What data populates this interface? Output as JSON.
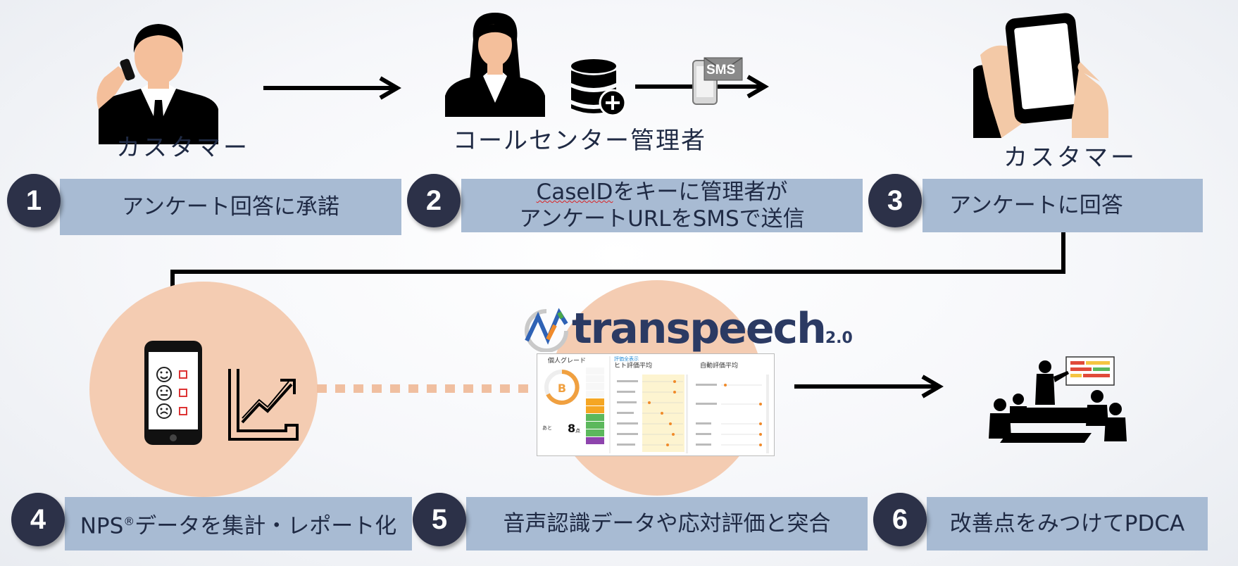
{
  "people": {
    "customer_1": "カスタマー",
    "manager": "コールセンター管理者",
    "customer_3": "カスタマー"
  },
  "steps": [
    {
      "num": "1",
      "line1": "アンケート回答に承諾"
    },
    {
      "num": "2",
      "line1_prefix": "CaseID",
      "line1_suffix": "をキーに管理者が",
      "line2": "アンケートURLをSMSで送信"
    },
    {
      "num": "3",
      "line1": "アンケートに回答"
    },
    {
      "num": "4",
      "pre": "NPS",
      "reg": "®",
      "post": "データを集計・レポート化"
    },
    {
      "num": "5",
      "line1": "音声認識データや応対評価と突合"
    },
    {
      "num": "6",
      "line1": "改善点をみつけてPDCA"
    }
  ],
  "sms_label": "SMS",
  "logo": {
    "name": "transpeech",
    "version": "2.0"
  },
  "dashboard": {
    "grade_title": "個人グレード",
    "grade_letter": "B",
    "next_label": "あと",
    "next_value": "8",
    "next_unit": "点",
    "eval_link": "評価全表示",
    "human_title": "ヒト評価平均",
    "auto_title": "自動評価平均"
  },
  "colors": {
    "box": "#a8bbd3",
    "badge": "#2c3148",
    "circle": "#f4ccb2",
    "text": "#1f2a44",
    "dots": "#f0bfa0"
  }
}
